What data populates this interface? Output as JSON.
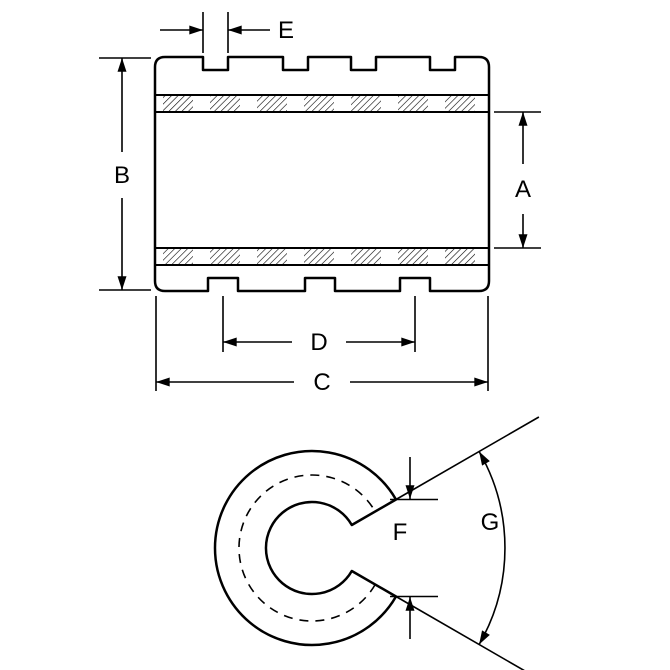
{
  "drawing": {
    "background_color": "#ffffff",
    "stroke_color": "#000000",
    "type": "linear-bearing-dimension-drawing",
    "views": {
      "side_view": "bearing sleeve side elevation with grooves and hatched raceway bands",
      "section_view": "open C-shaped cross section with dashed ball-track circle"
    }
  },
  "labels": {
    "a": "A",
    "b": "B",
    "c": "C",
    "d": "D",
    "e": "E",
    "f": "F",
    "g": "G"
  }
}
